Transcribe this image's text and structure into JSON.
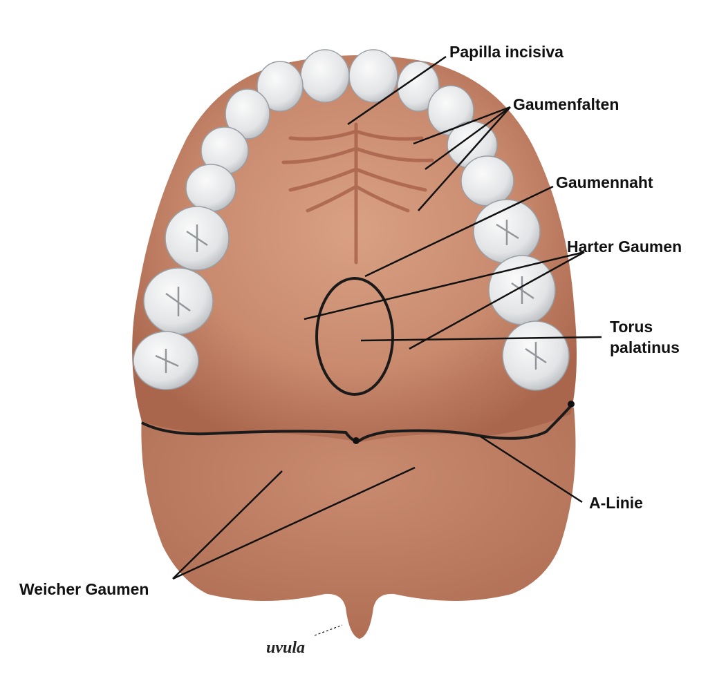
{
  "labels": {
    "papilla_incisiva": "Papilla incisiva",
    "gaumenfalten": "Gaumenfalten",
    "gaumennaht": "Gaumennaht",
    "harter_gaumen": "Harter Gaumen",
    "torus_line1": "Torus",
    "torus_line2": "palatinus",
    "a_linie": "A-Linie",
    "weicher_gaumen": "Weicher Gaumen",
    "uvula": "uvula"
  },
  "colors": {
    "tissue": "#c98a6e",
    "tissue_dark": "#a9664d",
    "tooth": "#e6e8ea",
    "leader_line": "#111111"
  }
}
